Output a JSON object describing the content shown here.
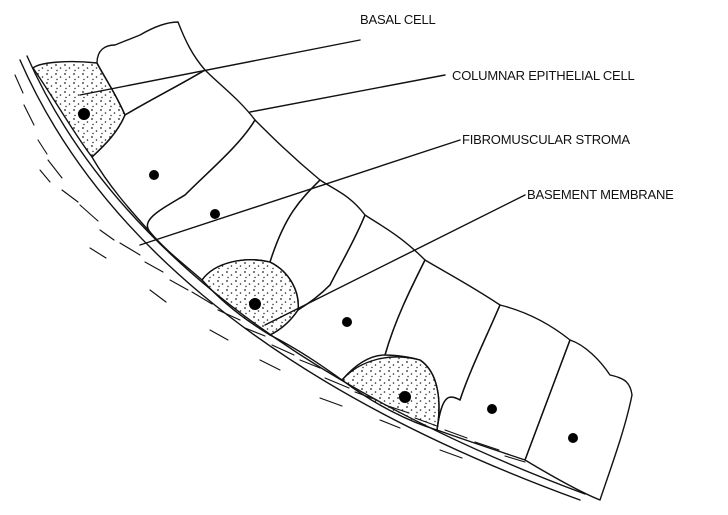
{
  "labels": {
    "basal_cell": "BASAL CELL",
    "columnar_epithelial_cell": "COLUMNAR EPITHELIAL CELL",
    "fibromuscular_stroma": "FIBROMUSCULAR STROMA",
    "basement_membrane": "BASEMENT MEMBRANE"
  },
  "colors": {
    "line": "#111111",
    "background": "#ffffff"
  }
}
